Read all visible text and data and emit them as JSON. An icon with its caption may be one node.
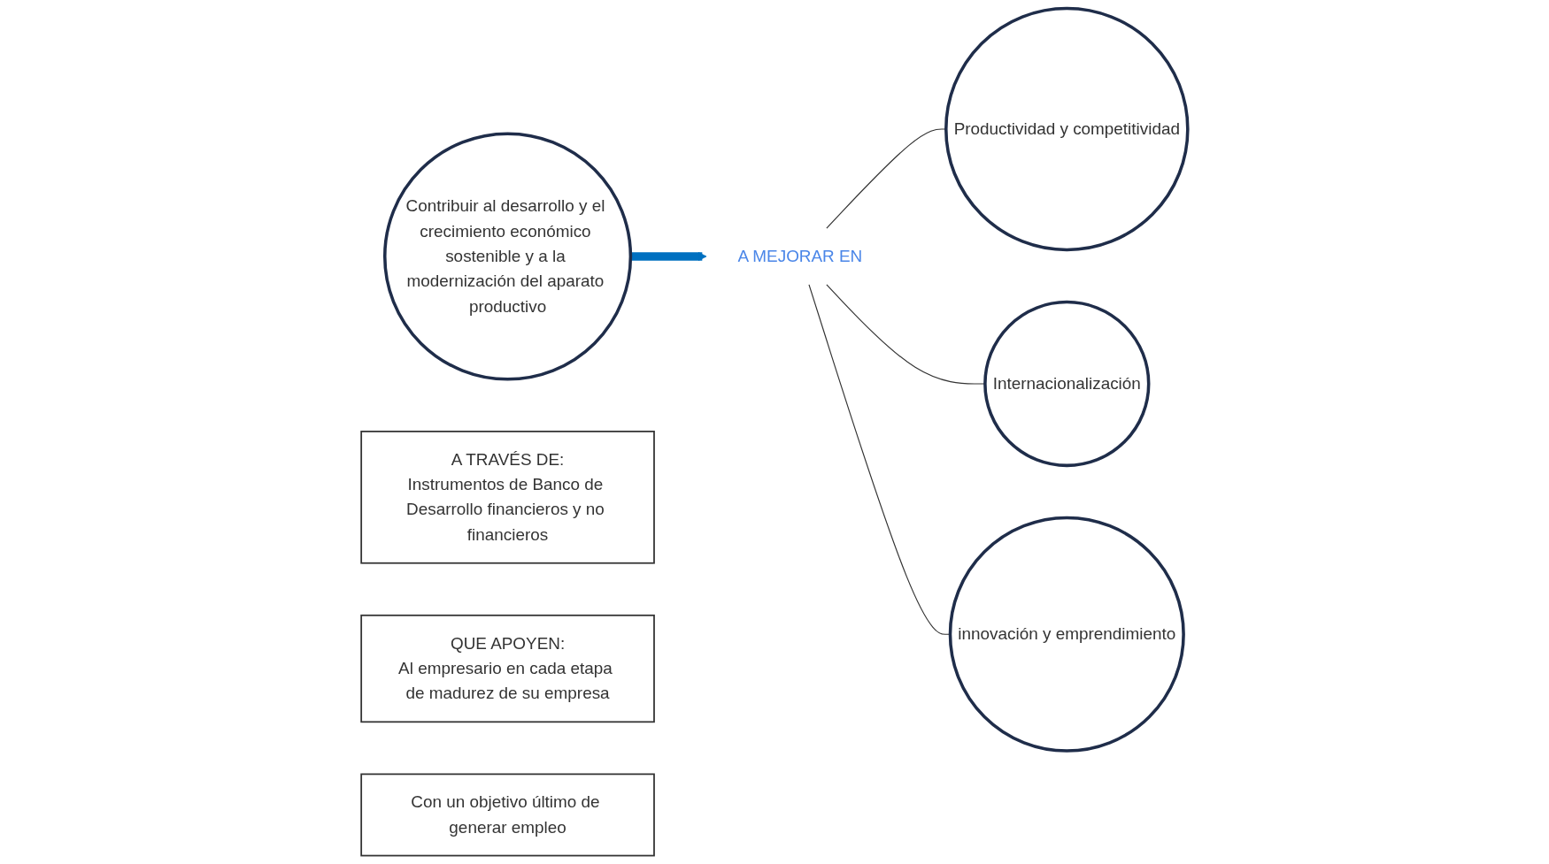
{
  "diagram": {
    "nodes": [
      {
        "text": [
          "Contribuir al desarrollo y el crecimiento económico sostenible y a la modernización del aparato productivo"
        ]
      },
      {
        "text": [
          "A TRAVÉS DE:",
          "Instrumentos de Banco de Desarrollo financieros y no financieros"
        ]
      },
      {
        "text": [
          "QUE APOYEN:",
          "Al empresario en cada etapa de madurez de su empresa"
        ]
      },
      {
        "text": [
          "Con un objetivo último de generar empleo"
        ]
      },
      {
        "text": [
          "A MEJORAR EN"
        ]
      },
      {
        "text": [
          "Productividad y competitividad"
        ]
      },
      {
        "text": [
          "Internacionalización"
        ]
      },
      {
        "text": [
          "innovación y emprendimiento"
        ]
      }
    ],
    "edges": [
      {
        "from": 0,
        "to": 4,
        "arrow": "to",
        "style": "thick",
        "color": "#0070c0"
      },
      {
        "from": 4,
        "to": 5,
        "arrow": "none"
      },
      {
        "from": 4,
        "to": 6,
        "arrow": "none"
      },
      {
        "from": 4,
        "to": 7,
        "arrow": "none"
      }
    ]
  }
}
